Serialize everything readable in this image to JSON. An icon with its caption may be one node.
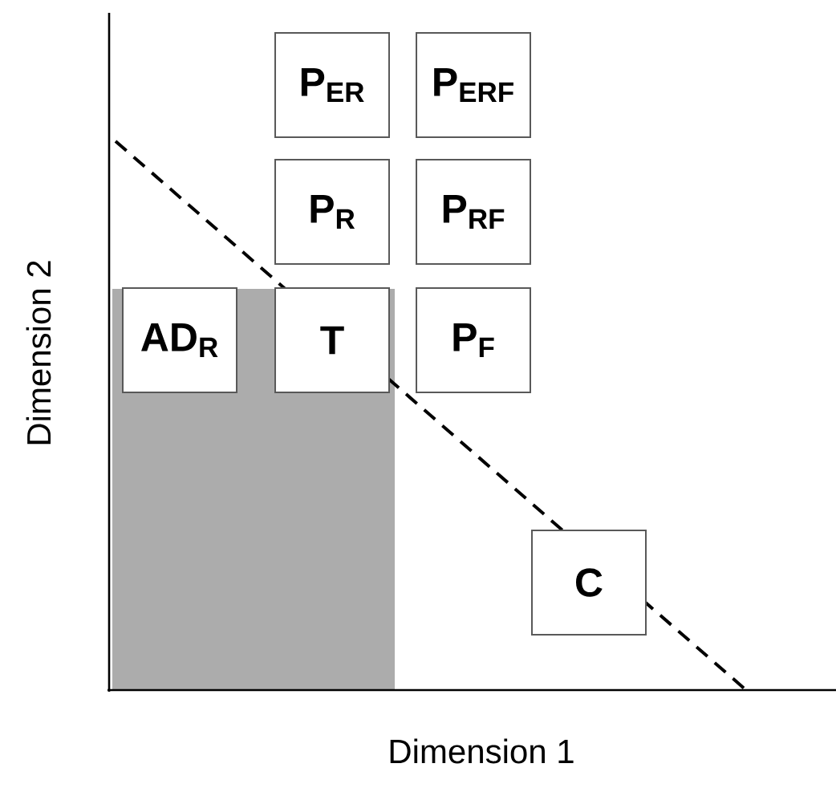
{
  "diagram": {
    "nodes": [
      {
        "text": [
          "P$_{ER}$"
        ]
      },
      {
        "text": [
          "P$_{ERF}$"
        ]
      },
      {
        "text": [
          "P$_{R}$"
        ]
      },
      {
        "text": [
          "P$_{RF}$"
        ]
      },
      {
        "text": [
          "AD$_{R}$"
        ]
      },
      {
        "text": [
          "T"
        ]
      },
      {
        "text": [
          "P$_{F}$"
        ]
      },
      {
        "text": [
          "C"
        ]
      }
    ],
    "labels": [
      "Dimension 1",
      "Dimension 2"
    ]
  }
}
